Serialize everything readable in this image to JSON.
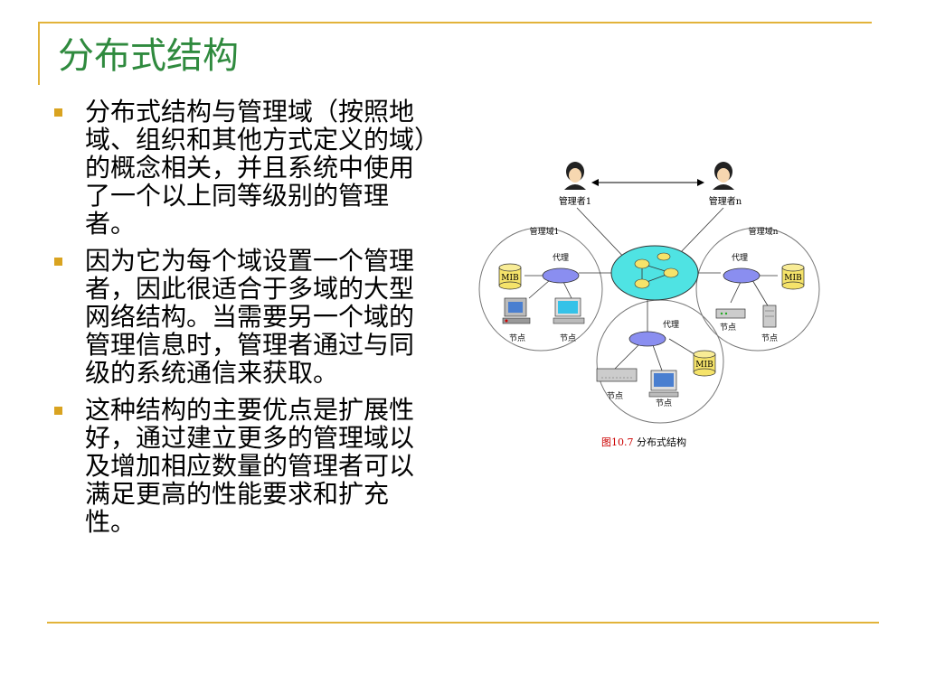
{
  "slide": {
    "title": "分布式结构",
    "bullets": [
      "分布式结构与管理域（按照地域、组织和其他方式定义的域）的概念相关，并且系统中使用了一个以上同等级别的管理者。",
      "因为它为每个域设置一个管理者，因此很适合于多域的大型网络结构。当需要另一个域的管理信息时，管理者通过与同级的系统通信来获取。",
      "这种结构的主要优点是扩展性好，通过建立更多的管理域以及增加相应数量的管理者可以满足更高的性能要求和扩充性。"
    ]
  },
  "diagram": {
    "manager1": "管理者1",
    "managerN": "管理者n",
    "domain1": "管理域1",
    "domainN": "管理域n",
    "agent": "代理",
    "mib": "MIB",
    "node": "节点",
    "caption_num": "图10.7",
    "caption_text": " 分布式结构"
  },
  "colors": {
    "accent": "#e2b33a",
    "title": "#2f8a3e",
    "agent": "#8a8ef0",
    "hub": "#4fe3e3",
    "mib": "#f5e36a",
    "caption": "#cc0000"
  }
}
